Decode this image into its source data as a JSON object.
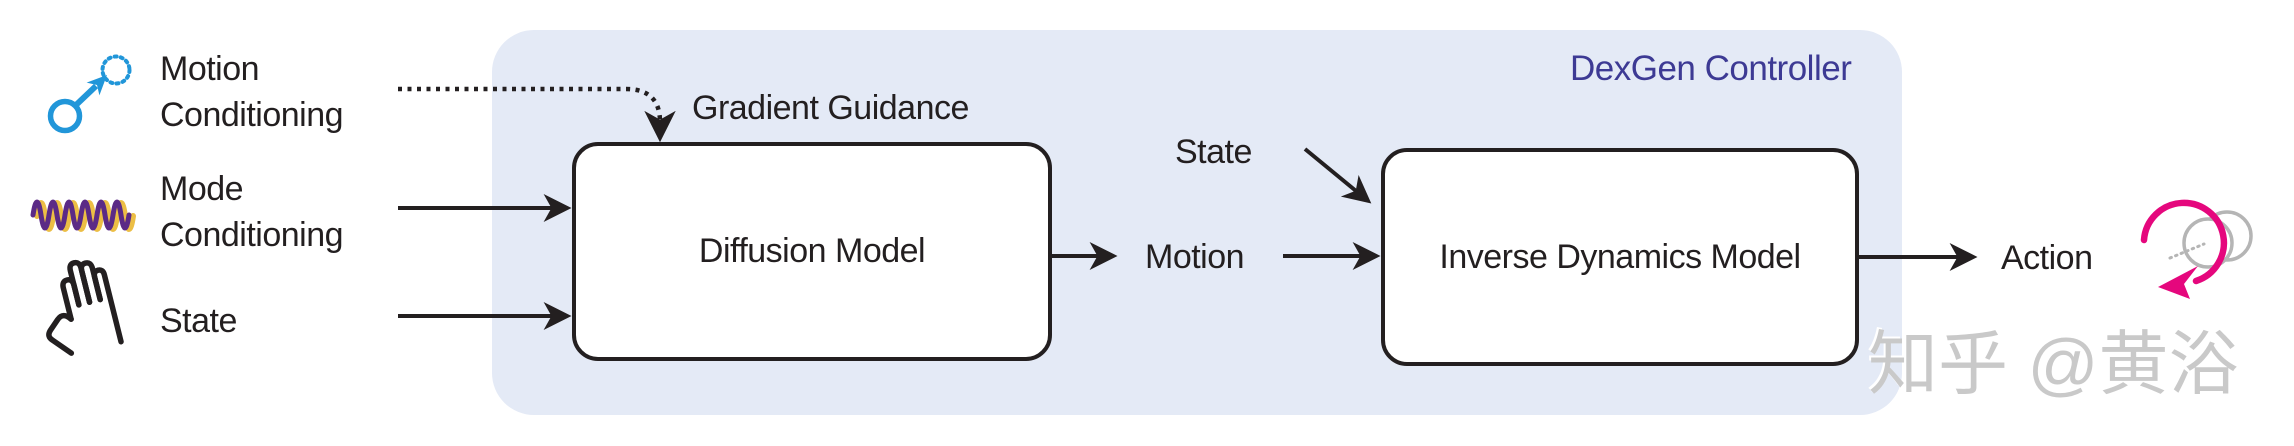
{
  "diagram": {
    "title": "DexGen Controller",
    "inputs": [
      {
        "label": "Motion Conditioning",
        "icon": "motion-trajectory-icon"
      },
      {
        "label": "Mode Conditioning",
        "icon": "mode-wave-icon"
      },
      {
        "label": "State",
        "icon": "hand-icon"
      }
    ],
    "nodes": [
      {
        "label": "Diffusion Model"
      },
      {
        "label": "Inverse Dynamics Model"
      }
    ],
    "edge_labels": {
      "gradient_guidance": "Gradient Guidance",
      "state_mid": "State",
      "motion_mid": "Motion",
      "action": "Action"
    },
    "watermark": "知乎 @黄浴",
    "colors": {
      "panel_blue": "#e4eaf6",
      "title_indigo": "#3d3a94",
      "line_black": "#231f20",
      "motion_blue": "#2196d9",
      "wave_yellow": "#ecbe45",
      "wave_purple": "#5b2a86",
      "action_pink": "#e5077d",
      "icon_gray": "#b5b5b5",
      "watermark_gray": "#c9c9c9"
    }
  }
}
